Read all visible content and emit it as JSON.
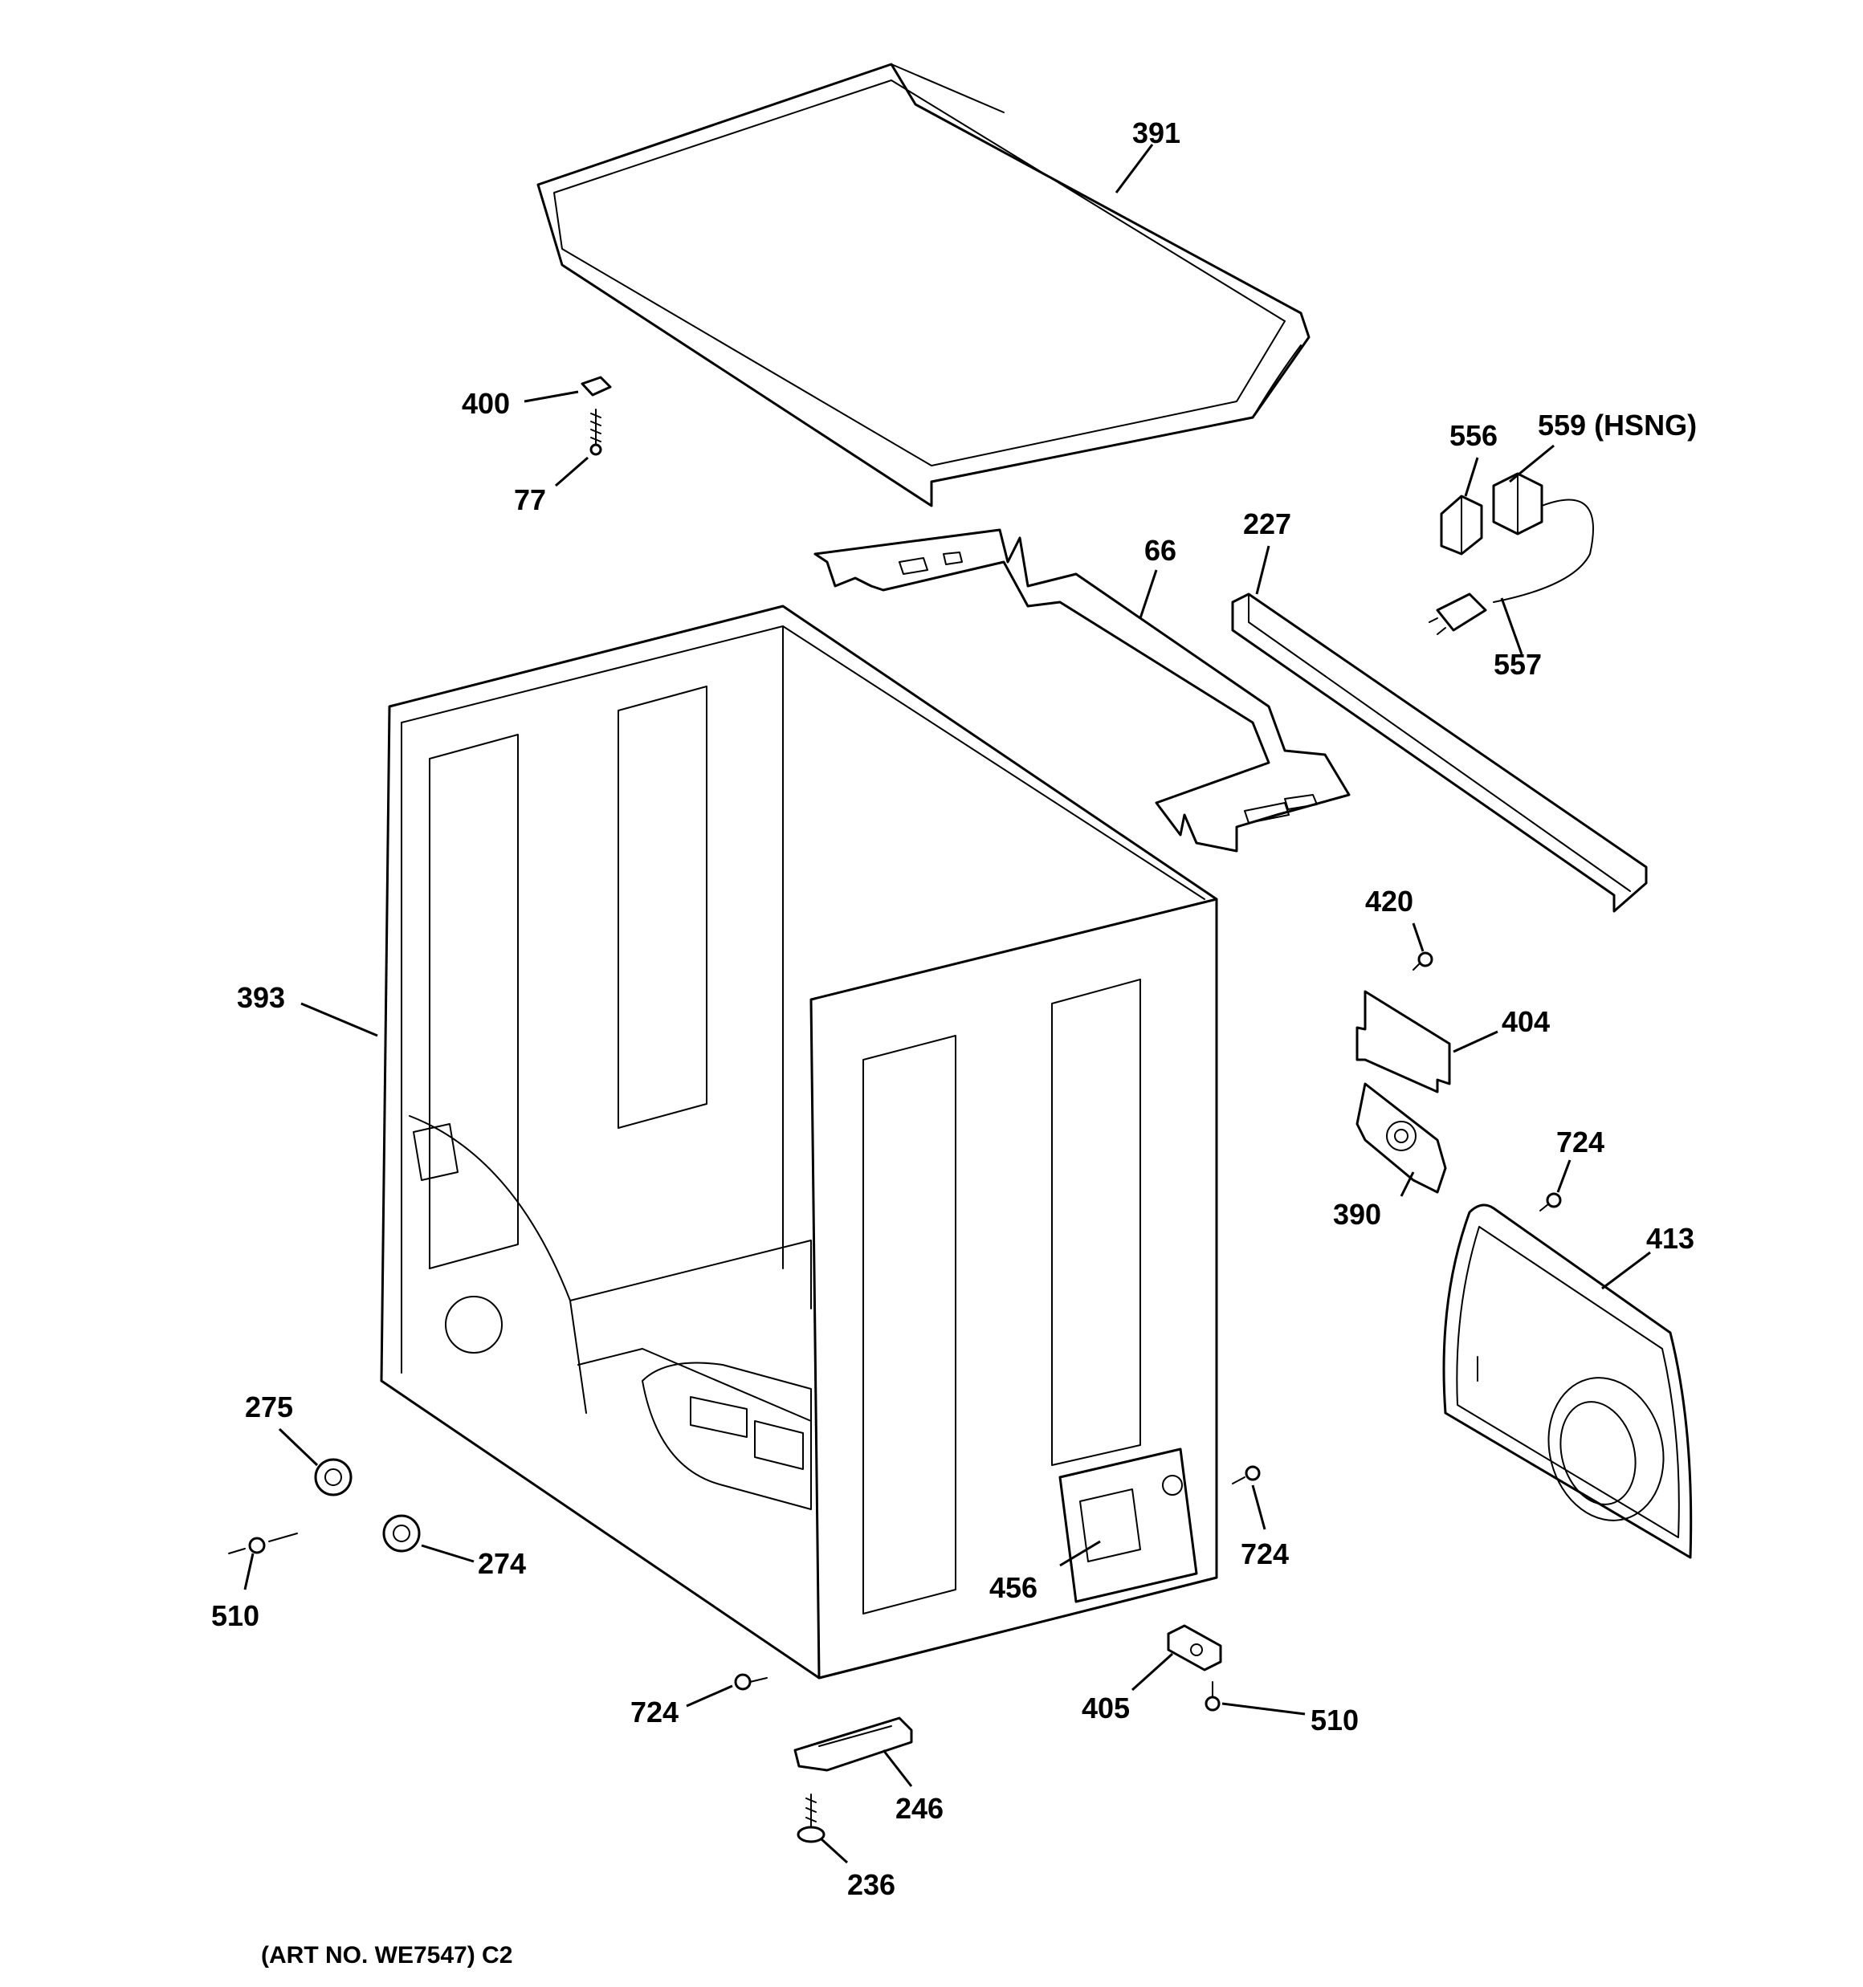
{
  "parts": {
    "p391": "391",
    "p400": "400",
    "p77": "77",
    "p556": "556",
    "p559": "559 (HSNG)",
    "p227": "227",
    "p66": "66",
    "p557": "557",
    "p420": "420",
    "p393": "393",
    "p404": "404",
    "p724a": "724",
    "p390": "390",
    "p413": "413",
    "p275": "275",
    "p274": "274",
    "p510a": "510",
    "p724b": "724",
    "p456": "456",
    "p405": "405",
    "p724c": "724",
    "p510b": "510",
    "p246": "246",
    "p236": "236"
  },
  "art_number": "(ART NO. WE7547) C2"
}
